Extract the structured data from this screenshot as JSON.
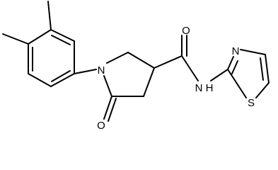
{
  "molecule": {
    "atoms": {
      "n_pyrrolidine": "N",
      "o_lactam": "O",
      "o_amide": "O",
      "n_amide": "N",
      "h_amide": "H",
      "n_thiazole": "N",
      "s_thiazole": "S"
    },
    "colors": {
      "bond": "#000000",
      "label": "#000000",
      "background": "#ffffff"
    }
  }
}
